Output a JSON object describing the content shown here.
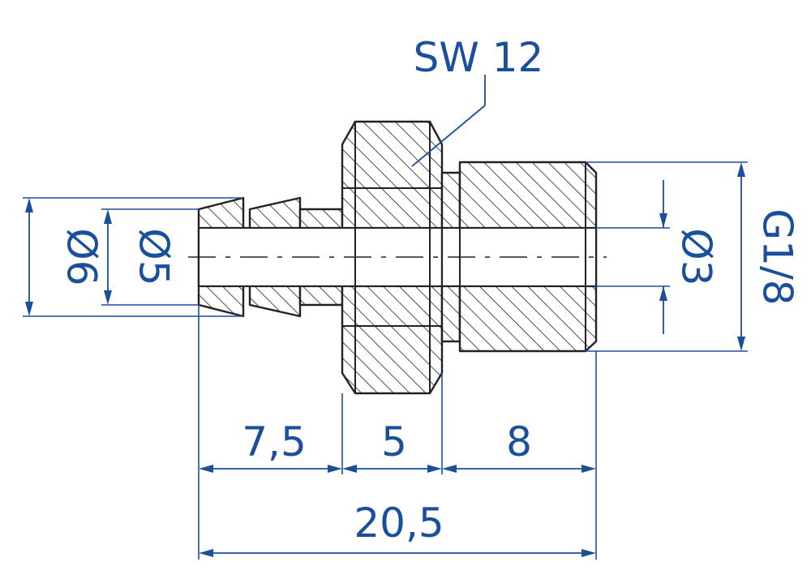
{
  "labels": {
    "sw": "SW 12",
    "d_outer": "Ø6",
    "d_inner": "Ø5",
    "d_bore": "Ø3",
    "thread": "G1/8",
    "len_barb": "7,5",
    "len_hex": "5",
    "len_thread": "8",
    "len_total": "20,5"
  },
  "colors": {
    "dimension": "#1a4f9c",
    "outline": "#222222"
  }
}
